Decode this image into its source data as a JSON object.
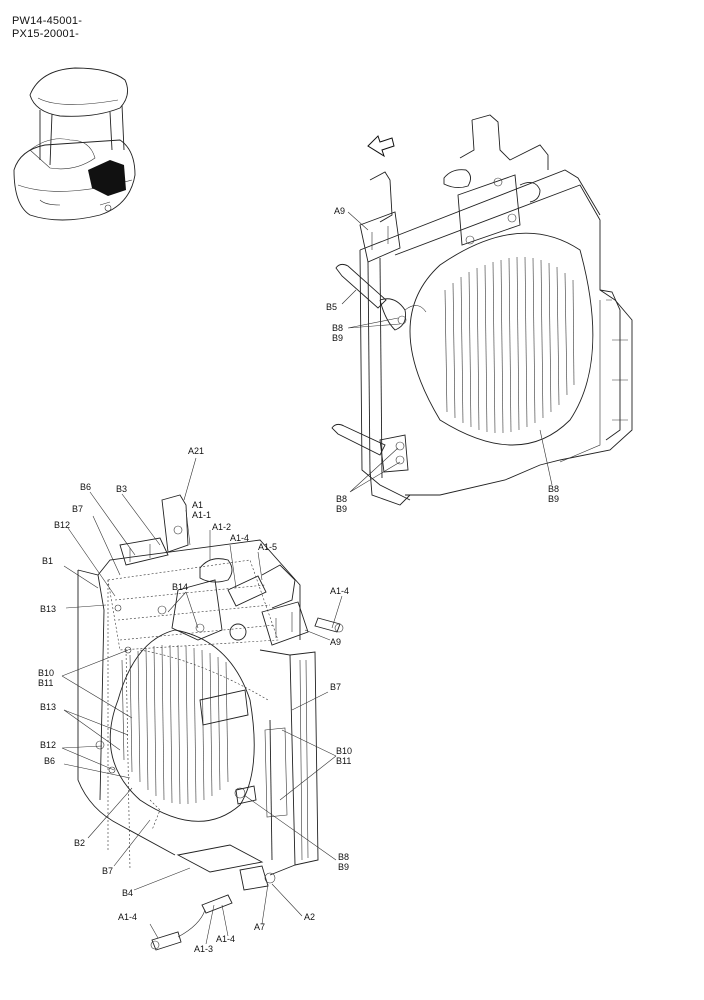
{
  "header": {
    "serial_1": "PW14-45001-",
    "serial_2": "PX15-20001-"
  },
  "upper_assembly": {
    "labels": [
      "A9",
      "B5",
      "B8",
      "B9",
      "B8",
      "B9",
      "B8",
      "B9"
    ]
  },
  "lower_assembly": {
    "labels": [
      "A21",
      "B6",
      "B3",
      "A1",
      "A1-1",
      "B7",
      "A1-2",
      "A1-4",
      "A1-5",
      "B12",
      "B1",
      "B14",
      "A1-4",
      "B13",
      "A9",
      "B10",
      "B11",
      "B7",
      "B13",
      "B10",
      "B11",
      "B12",
      "B6",
      "B2",
      "B8",
      "B9",
      "B7",
      "B4",
      "A2",
      "A7",
      "A1-4",
      "A1-4",
      "A1-3"
    ]
  }
}
